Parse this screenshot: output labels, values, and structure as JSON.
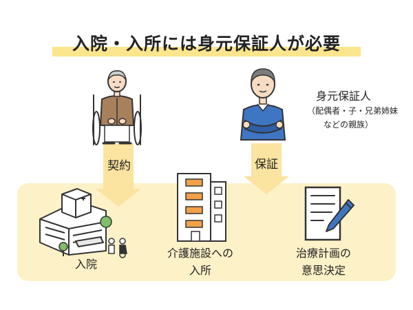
{
  "title": "入院・入所には身元保証人が必要",
  "guarantor": {
    "title": "身元保証人",
    "note_line1": "（配偶者・子・兄弟姉妹",
    "note_line2": "などの親族）"
  },
  "arrows": {
    "contract_label": "契約",
    "guarantee_label": "保証"
  },
  "items": [
    {
      "label_line1": "入院",
      "label_line2": ""
    },
    {
      "label_line1": "介護施設への",
      "label_line2": "入所"
    },
    {
      "label_line1": "治療計画の",
      "label_line2": "意思決定"
    }
  ],
  "colors": {
    "highlight": "#fbe58d",
    "panel": "#fdf1c8",
    "arrow": "#fbe3a0",
    "shirt_blue": "#3f76c4",
    "cardigan_brown": "#a8815c"
  },
  "icons": [
    "elderly-wheelchair-icon",
    "man-arms-crossed-icon",
    "hospital-icon",
    "care-facility-building-icon",
    "document-pen-icon"
  ]
}
